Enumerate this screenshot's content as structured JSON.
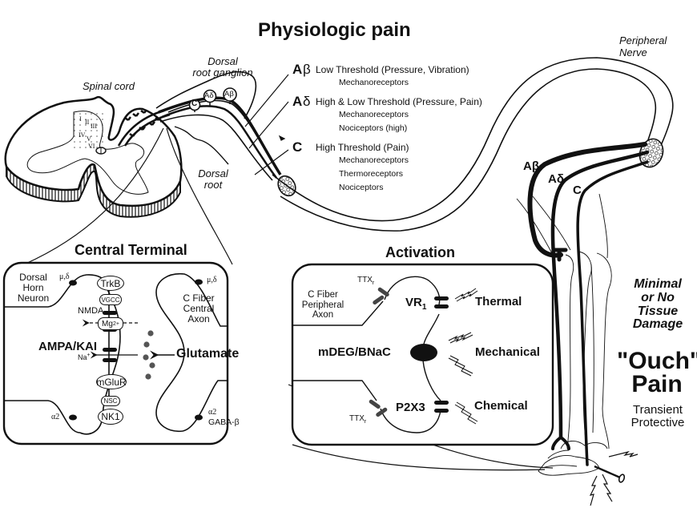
{
  "title": "Physiologic pain",
  "anatomy_labels": {
    "spinal_cord": "Spinal cord",
    "dorsal_root_ganglion": [
      "Dorsal",
      "root ganglion"
    ],
    "dorsal_root": [
      "Dorsal",
      "root"
    ],
    "peripheral_nerve": [
      "Peripheral",
      "Nerve"
    ],
    "laminae": [
      "I",
      "II",
      "III",
      "IV",
      "V",
      "VI"
    ],
    "ganglion_cells": [
      "C",
      "Aδ",
      "Aβ"
    ]
  },
  "fiber_types": [
    {
      "name": "A",
      "greek": "β",
      "description": "Low Threshold (Pressure, Vibration)",
      "receptors": [
        "Mechanoreceptors"
      ]
    },
    {
      "name": "A",
      "greek": "δ",
      "description": "High & Low Threshold (Pressure, Pain)",
      "receptors": [
        "Mechanoreceptors",
        "Nociceptors (high)"
      ]
    },
    {
      "name": "C",
      "greek": "",
      "description": "High Threshold (Pain)",
      "receptors": [
        "Mechanoreceptors",
        "Thermoreceptors",
        "Nociceptors"
      ]
    }
  ],
  "leg_fiber_labels": [
    "Aβ",
    "Aδ",
    "C"
  ],
  "central_terminal": {
    "title": "Central Terminal",
    "dorsal_horn_neuron": [
      "Dorsal",
      "Horn",
      "Neuron"
    ],
    "c_fiber_central_axon": [
      "C Fiber",
      "Central",
      "Axon"
    ],
    "receptors": {
      "trkb": "TrkB",
      "vgcc": "VGCC",
      "nmda": "NMDA",
      "mg": "Mg",
      "mg_sup": "2+",
      "ampa_kai": "AMPA/KAI",
      "na": "Na",
      "na_sup": "+",
      "mglur": "mGluR",
      "nsc": "NSC",
      "nk1": "NK1"
    },
    "opioid_left": "μ,δ",
    "opioid_right": "μ,δ",
    "alpha2_left": "α2",
    "alpha2_right": "α2",
    "gaba": "GABA-β",
    "glutamate": "Glutamate"
  },
  "activation": {
    "title": "Activation",
    "c_fiber_peripheral_axon": [
      "C Fiber",
      "Peripheral",
      "Axon"
    ],
    "ttx_top": "TTX",
    "ttx_bottom": "TTX",
    "ttx_sub": "r",
    "vr1": "VR",
    "vr1_sub": "1",
    "mdeg": "mDEG/BNaC",
    "p2x3": "P2X3",
    "stimuli": [
      "Thermal",
      "Mechanical",
      "Chemical"
    ]
  },
  "outcome": {
    "damage": [
      "Minimal",
      "or No",
      "Tissue",
      "Damage"
    ],
    "ouch": [
      "\"Ouch\"",
      "Pain"
    ],
    "nature": [
      "Transient",
      "Protective"
    ]
  }
}
